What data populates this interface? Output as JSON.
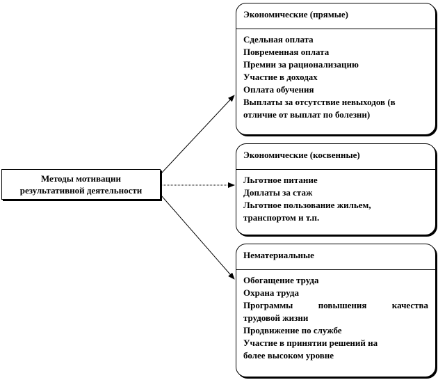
{
  "source": {
    "line1": "Методы мотивации",
    "line2": "результативной деятельности"
  },
  "categories": [
    {
      "title": "Экономические (прямые)",
      "items": [
        "Сдельная оплата",
        "Повременная оплата",
        "Премии за рационализацию",
        "Участие в доходах",
        "Оплата обучения",
        "Выплаты за отсутствие невыходов (в",
        "отличие от выплат по болезни)"
      ]
    },
    {
      "title": "Экономические (косвенные)",
      "items": [
        "Льготное питание",
        "Доплаты за стаж",
        "Льготное пользование жильем,",
        "транспортом и т.п."
      ]
    },
    {
      "title": "Нематериальные",
      "items": [
        "Обогащение труда",
        "Охрана труда",
        "Программы повышения качества",
        "трудовой жизни",
        "Продвижение по службе",
        "Участие в принятии решений на",
        "более высоком уровне"
      ]
    }
  ]
}
